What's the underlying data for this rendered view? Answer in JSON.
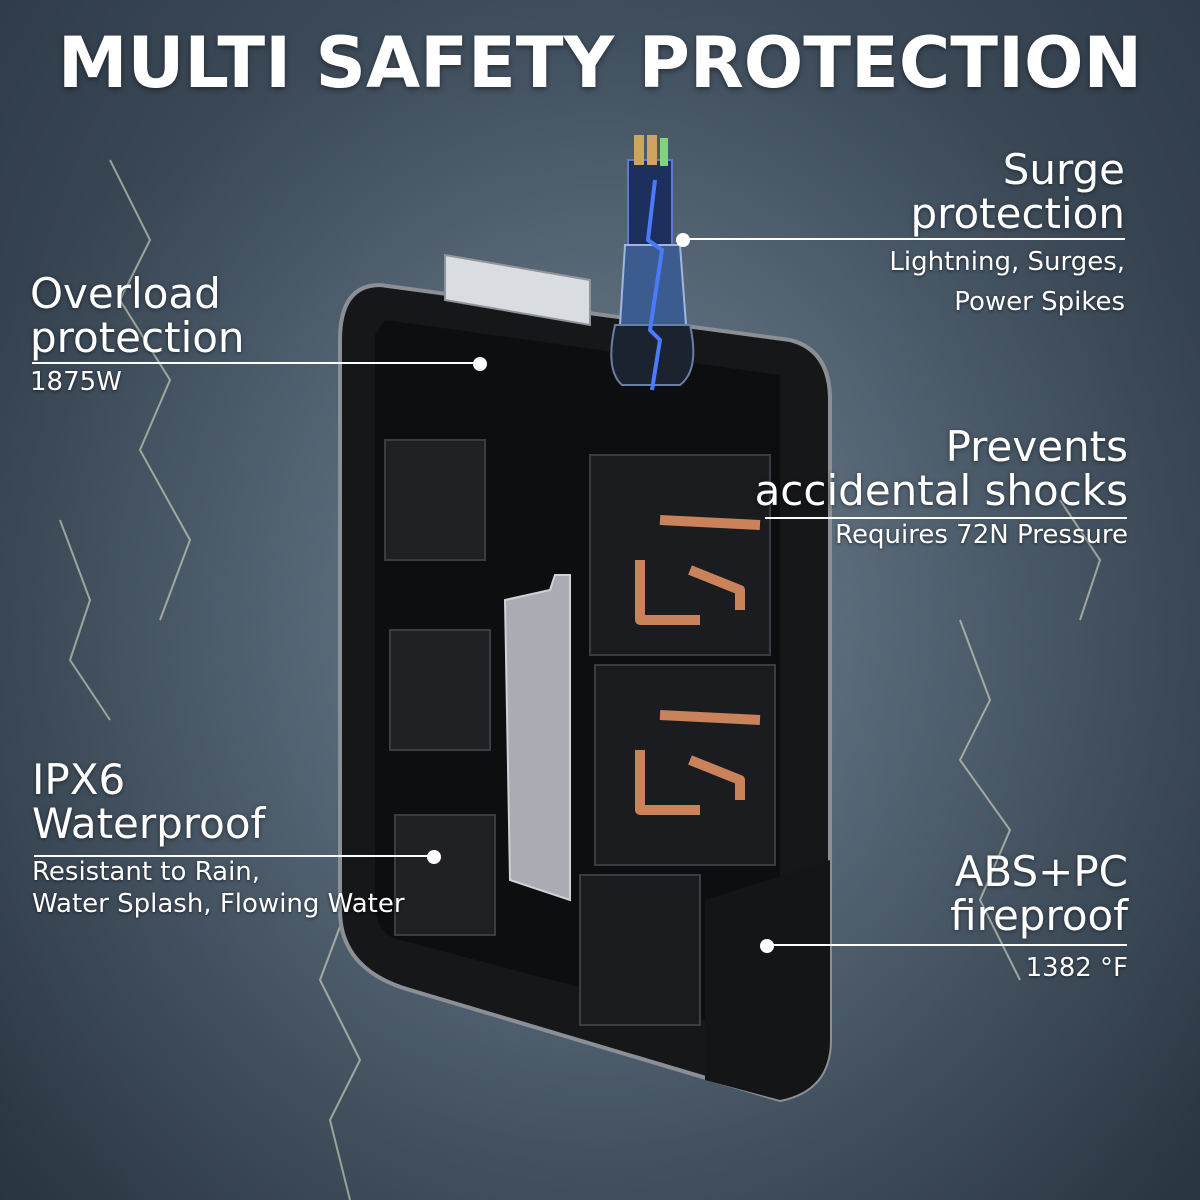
{
  "title": "MULTI SAFETY PROTECTION",
  "features": {
    "surge": {
      "heading_1": "Surge",
      "heading_2": "protection",
      "detail_1": "Lightning, Surges,",
      "detail_2": "Power Spikes"
    },
    "overload": {
      "heading_1": "Overload",
      "heading_2": "protection",
      "detail_1": "1875W"
    },
    "shock": {
      "heading_1": "Prevents",
      "heading_2": "accidental shocks",
      "detail_1": "Requires 72N Pressure"
    },
    "waterproof": {
      "heading_1": "IPX6",
      "heading_2": "Waterproof",
      "detail_1": "Resistant to Rain,",
      "detail_2": "Water Splash, Flowing Water"
    },
    "fireproof": {
      "heading_1": "ABS+PC",
      "heading_2": "fireproof",
      "detail_1": "1382 °F"
    }
  },
  "colors": {
    "text": "#ffffff",
    "device_body": "#161719",
    "copper": "#c9825a",
    "lightning": "#4a7bff"
  },
  "icons": [
    "lightning-icon"
  ]
}
